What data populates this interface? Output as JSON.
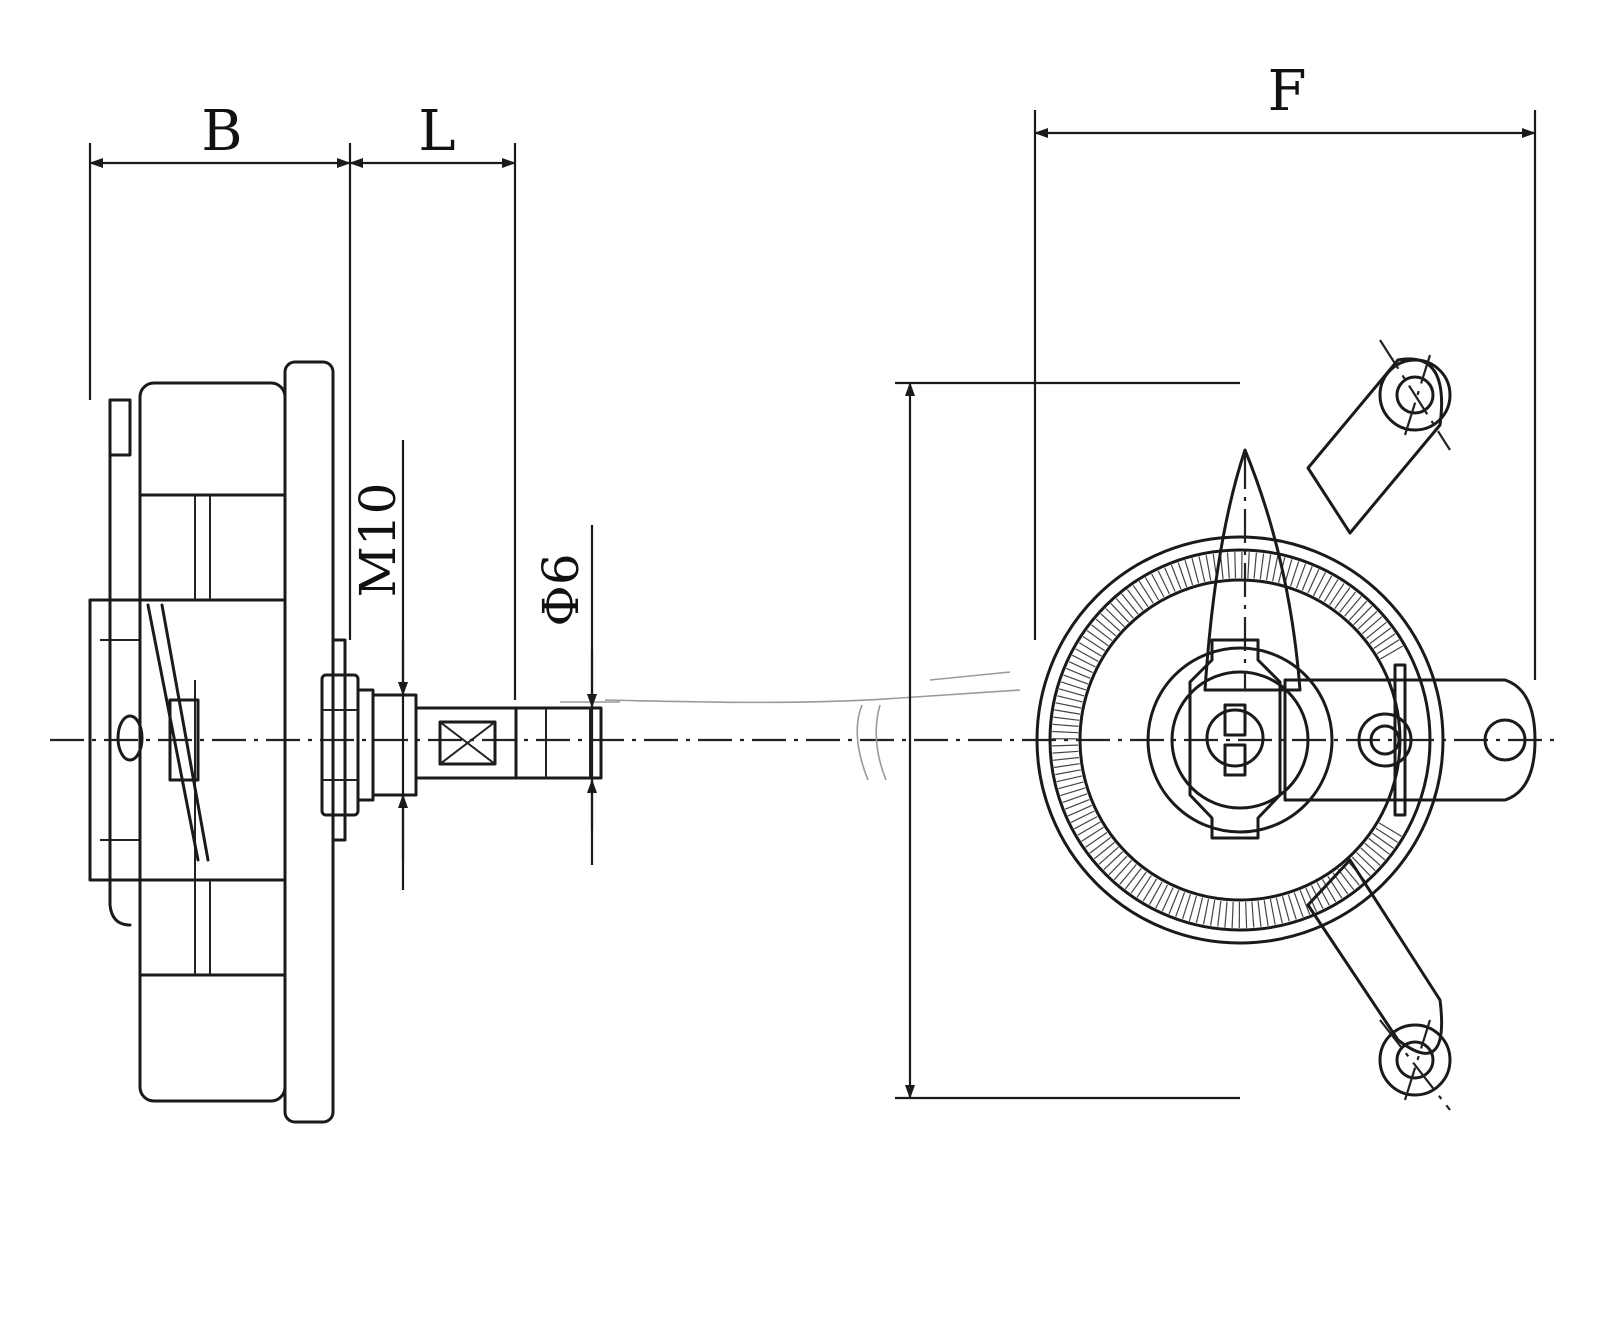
{
  "labels": {
    "dim_b": "B",
    "dim_l": "L",
    "dim_f": "F",
    "thread": "M10",
    "shaft_dia": "Ф6"
  },
  "colors": {
    "line": "#1a1a1a",
    "background": "#ffffff"
  }
}
